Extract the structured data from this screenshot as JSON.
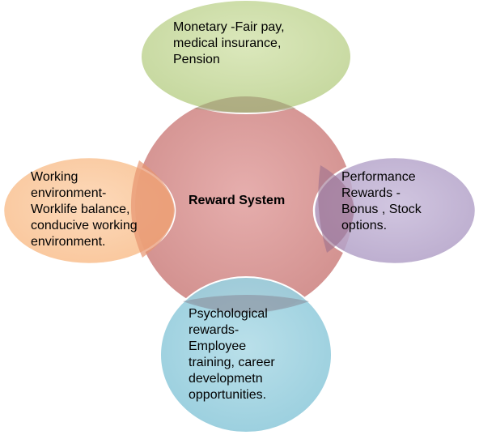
{
  "diagram": {
    "center": {
      "label": "Reward System",
      "color": "#D99694"
    },
    "nodes": [
      {
        "id": "top",
        "label": "Monetary  -Fair pay,\nmedical insurance,\nPension",
        "color": "#C3D69B"
      },
      {
        "id": "left",
        "label": "Working\nenvironment-\nWorklife balance,\nconducive working\nenvironment.",
        "color": "#FAC090"
      },
      {
        "id": "right",
        "label": "Performance\nRewards -\nBonus , Stock\noptions.",
        "color": "#B3A2C7"
      },
      {
        "id": "bottom",
        "label": "Psychological\nrewards-\nEmployee\ntraining, career\ndevelopmetn\nopportunities.",
        "color": "#93CDDD"
      }
    ]
  }
}
